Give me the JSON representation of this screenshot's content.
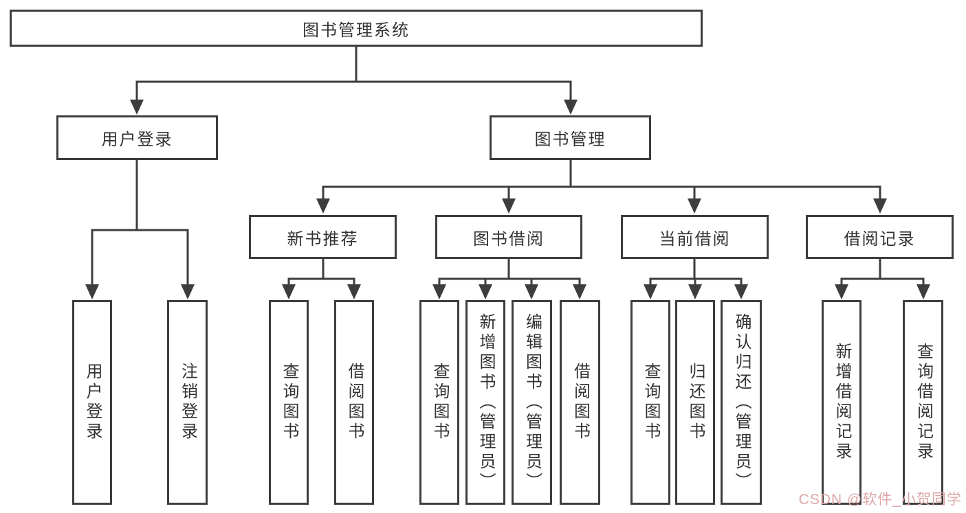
{
  "colors": {
    "line": "#3d3d3d",
    "box_border": "#3d3d3d",
    "box_fill": "#ffffff",
    "text": "#333333",
    "watermark": "#dca8a6",
    "background": "#ffffff"
  },
  "watermark": {
    "text": "CSDN @软件_小贺同学"
  },
  "tree": {
    "root": {
      "label": "图书管理系统",
      "children": [
        {
          "label": "用户登录",
          "children": [
            {
              "label": "用户登录"
            },
            {
              "label": "注销登录"
            }
          ]
        },
        {
          "label": "图书管理",
          "children": [
            {
              "label": "新书推荐",
              "children": [
                {
                  "label": "查询图书"
                },
                {
                  "label": "借阅图书"
                }
              ]
            },
            {
              "label": "图书借阅",
              "children": [
                {
                  "label": "查询图书"
                },
                {
                  "label": "新增图书（管理员）"
                },
                {
                  "label": "编辑图书（管理员）"
                },
                {
                  "label": "借阅图书"
                }
              ]
            },
            {
              "label": "当前借阅",
              "children": [
                {
                  "label": "查询图书"
                },
                {
                  "label": "归还图书"
                },
                {
                  "label": "确认归还（管理员）"
                }
              ]
            },
            {
              "label": "借阅记录",
              "children": [
                {
                  "label": "新增借阅记录"
                },
                {
                  "label": "查询借阅记录"
                }
              ]
            }
          ]
        }
      ]
    }
  }
}
